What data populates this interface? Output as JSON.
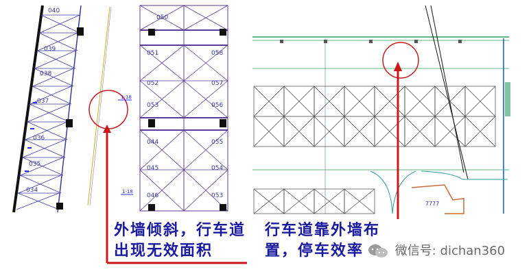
{
  "left_panel": {
    "slanted_labels": [
      "040",
      "039",
      "038",
      "037",
      "036",
      "035",
      "034"
    ],
    "stack_top_labels": [
      "050"
    ],
    "stack_upper_labels": [
      "051",
      "052",
      "053",
      "058",
      "057",
      "056"
    ],
    "stack_lower_labels": [
      "044",
      "045",
      "046",
      "055",
      "054",
      "053"
    ],
    "grid_tags": [
      "1-18",
      "1-18"
    ],
    "caption_lines": [
      "外墙倾斜，行车道",
      "出现无效面积"
    ]
  },
  "right_panel": {
    "caption_lines": [
      "行车道靠外墙布",
      "置，停车效率"
    ],
    "room_label": "7777"
  },
  "watermark": {
    "text": "微信号: dichan360"
  },
  "colors": {
    "highlight_red": "#c8181e",
    "caption_blue": "#1a1aa0",
    "grid_green": "#2e9a5e",
    "stall_purple": "#5a3a9a",
    "column_black": "#111111"
  }
}
